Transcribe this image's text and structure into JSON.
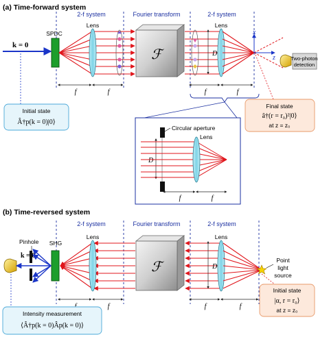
{
  "panel_a": {
    "title": "(a) Time-forward system",
    "section_left": "2-f system",
    "section_mid": "Fourier transform",
    "section_right": "2-f system",
    "spdc_label": "SPDC",
    "lens_left": "Lens",
    "lens_right": "Lens",
    "k_label": "k = 0",
    "f_symbol": "ℱ",
    "d_label": "D",
    "f_labels": [
      "f",
      "f",
      "f",
      "f"
    ],
    "x_axis": "x",
    "z_axis": "z",
    "detector_line1": "Two-photon",
    "detector_line2": "detection",
    "initial_title": "Initial state",
    "initial_formula": "Â†p(k = 0)|0⟩",
    "final_title": "Final state",
    "final_formula": "â†(r = r₀)²|0⟩",
    "final_at": "at z = z₀",
    "inset_aperture": "Circular aperture",
    "inset_lens": "Lens",
    "inset_d": "D",
    "inset_f": [
      "f",
      "f"
    ]
  },
  "panel_b": {
    "title": "(b) Time-reversed system",
    "section_left": "2-f system",
    "section_mid": "Fourier transform",
    "section_right": "2-f system",
    "pinhole_label": "Pinhole",
    "shg_label": "SHG",
    "lens_left": "Lens",
    "lens_right": "Lens",
    "k_label": "k = 0",
    "f_symbol": "ℱ",
    "d_label": "D",
    "f_labels": [
      "f",
      "f",
      "f",
      "f"
    ],
    "point_line1": "Point",
    "point_line2": "light",
    "point_line3": "source",
    "initial_title": "Initial state",
    "initial_formula": "|α, r = r₀⟩",
    "initial_at": "at z = z₀",
    "meas_title": "Intensity measurement",
    "meas_formula": "⟨Â†p(k = 0)Âp(k = 0)⟩"
  },
  "colors": {
    "beam": "#e0151b",
    "blue": "#1a35c8",
    "crystal": "#1c9e2c",
    "lens_fill": "#8fdcec",
    "box_blue_fill": "#e6f5fb",
    "box_orange_fill": "#fde9dc",
    "detector": "#e8b800"
  }
}
